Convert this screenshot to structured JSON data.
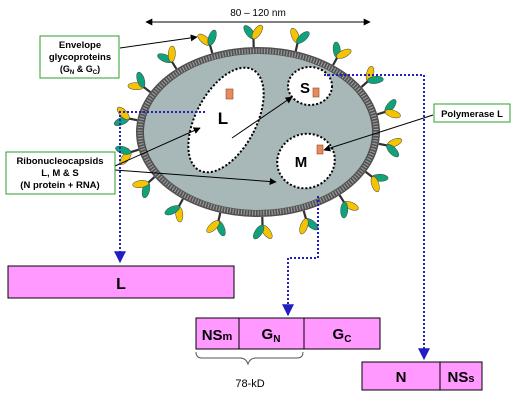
{
  "diameter_label": "80 – 120 nm",
  "labels": {
    "envelope_line1": "Envelope",
    "envelope_line2": "glycoproteins",
    "envelope_line3_pre": "(G",
    "envelope_line3_sub1": "N",
    "envelope_line3_mid": " & G",
    "envelope_line3_sub2": "C",
    "envelope_line3_post": ")",
    "ribo_line1": "Ribonucleocapsids",
    "ribo_line2": "L, M & S",
    "ribo_line3": "(N protein + RNA)",
    "polymerase": "Polymerase L"
  },
  "segments": {
    "large": "L",
    "medium": "M",
    "small": "S"
  },
  "products": {
    "l_box": "L",
    "m_boxes": {
      "nsm_main": "NS",
      "nsm_sub": "m",
      "gn_main": "G",
      "gn_sub": "N",
      "gc_main": "G",
      "gc_sub": "C"
    },
    "m_bracket_label": "78-kD",
    "s_boxes": {
      "n": "N",
      "nss_main": "NS",
      "nss_sub": "s"
    }
  },
  "colors": {
    "box_fill": "#ff99ff",
    "virion_fill": "#a8b8b8",
    "membrane": "#505050",
    "spike_yellow": "#f5c400",
    "spike_green": "#10a27a",
    "label_border": "#2e9e2e",
    "arrow_blue": "#2020c0",
    "polymerase_marker": "#e88a5a"
  }
}
